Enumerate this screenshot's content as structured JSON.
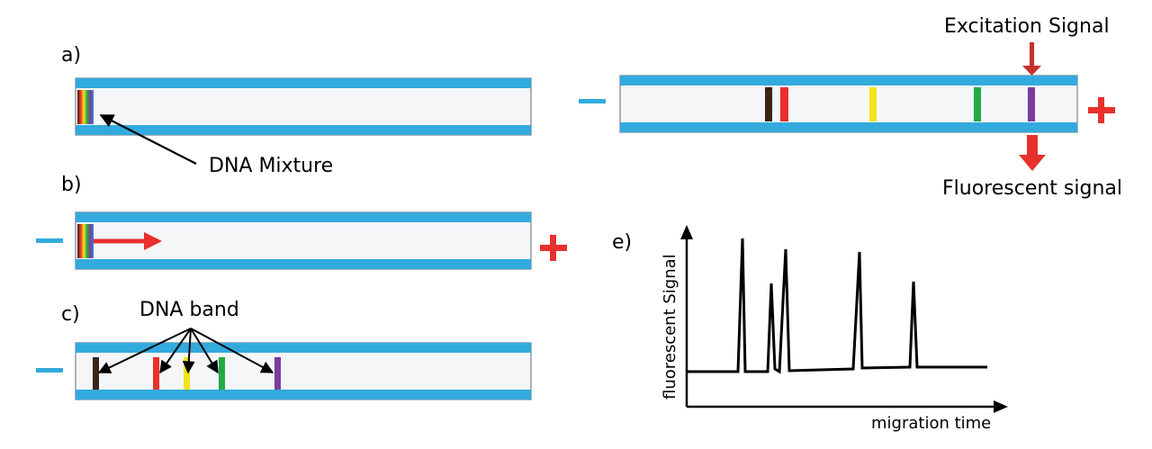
{
  "panels": {
    "a": "a)",
    "b": "b)",
    "c": "c)",
    "e": "e)"
  },
  "annotations": {
    "dna_mixture": "DNA Mixture",
    "dna_band": "DNA band",
    "excitation": "Excitation Signal",
    "fluorescent": "Fluorescent signal"
  },
  "electrodes": {
    "negative": "−",
    "positive": "+"
  },
  "graph": {
    "ylabel": "fluorescent Signal",
    "xlabel": "migration time"
  },
  "colors": {
    "capillary_wall": "#33aadd",
    "capillary_inner": "#f4f6f7",
    "arrow_red": "#e8302c",
    "band_brown": "#3b2418",
    "band_red": "#e8302c",
    "band_yellow": "#f2e41c",
    "band_green": "#22aa44",
    "band_purple": "#7a3d9e"
  }
}
